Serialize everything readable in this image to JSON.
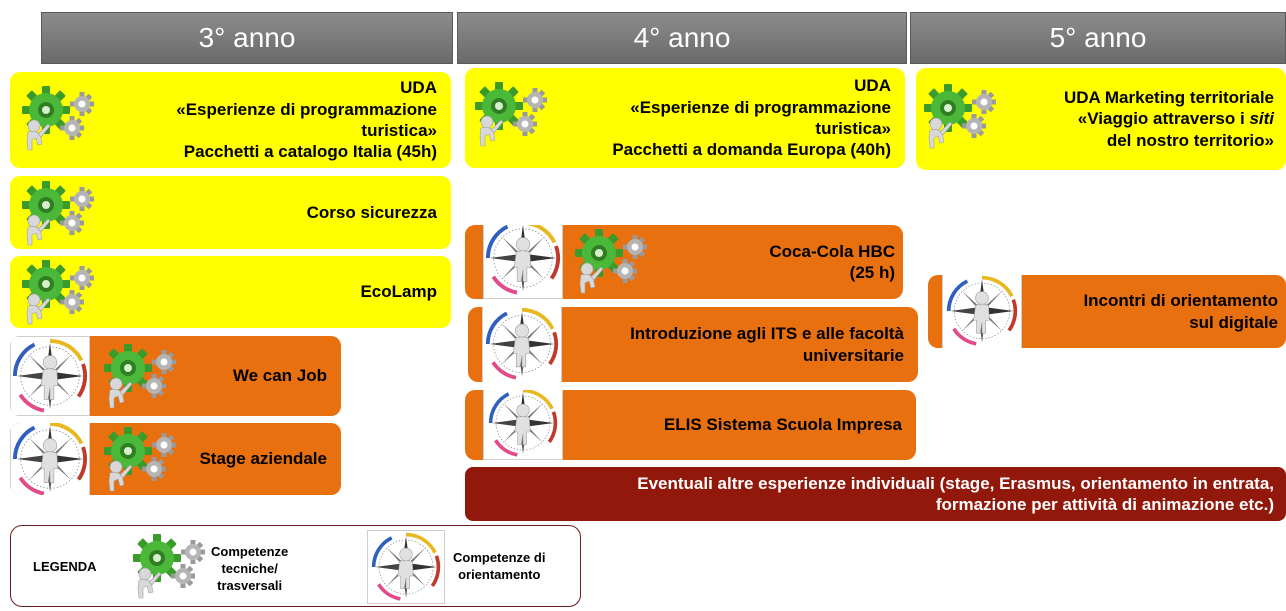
{
  "headers": {
    "year3": "3° anno",
    "year4": "4° anno",
    "year5": "5° anno"
  },
  "year3": {
    "uda": [
      "UDA",
      "«Esperienze di programmazione",
      "turistica»",
      "Pacchetti a catalogo Italia (45h)"
    ],
    "sicurezza": "Corso sicurezza",
    "ecolamp": "EcoLamp",
    "wecanjob": "We can Job",
    "stage": "Stage aziendale"
  },
  "year4": {
    "uda": [
      "UDA",
      "«Esperienze di programmazione",
      "turistica»",
      "Pacchetti a domanda Europa (40h)"
    ],
    "cocacola": [
      "Coca-Cola HBC",
      "(25 h)"
    ],
    "its": [
      "Introduzione agli ITS e alle facoltà",
      "universitarie"
    ],
    "elis": "ELIS Sistema Scuola Impresa",
    "eventuali": [
      "Eventuali altre esperienze individuali (stage, Erasmus, orientamento in entrata,",
      "formazione per attività di animazione etc.)"
    ]
  },
  "year5": {
    "uda_line1": "UDA Marketing territoriale",
    "uda_line2a": "«Viaggio attraverso i ",
    "uda_line2b": "siti",
    "uda_line3": "del nostro territorio»",
    "incontri": [
      "Incontri di orientamento",
      "sul digitale"
    ]
  },
  "legend": {
    "title": "LEGENDA",
    "tech": [
      "Competenze",
      "tecniche/",
      "trasversali"
    ],
    "orient": [
      "Competenze di",
      "orientamento"
    ]
  },
  "colors": {
    "yellow": "#ffff00",
    "orange": "#e8700f",
    "darkred": "#92180c",
    "header_gray": "#7a7a7a"
  },
  "icons": {
    "gears": "gears-icon",
    "compass": "compass-icon"
  }
}
